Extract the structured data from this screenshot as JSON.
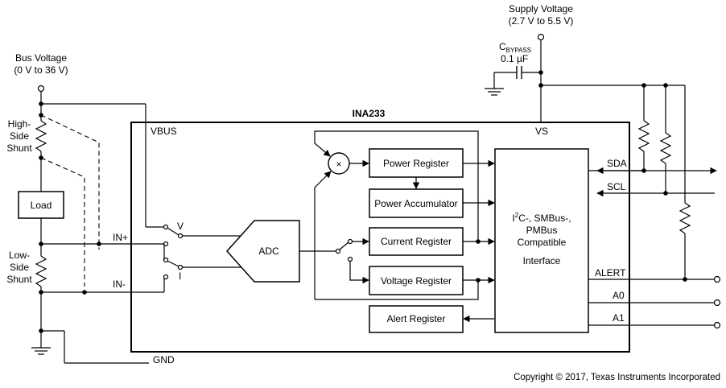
{
  "supply": {
    "title": "Supply Voltage",
    "range": "(2.7 V to 5.5 V)",
    "cap_symbol": "C",
    "cap_subscript": "BYPASS",
    "cap_value": "0.1 µF"
  },
  "bus": {
    "title": "Bus Voltage",
    "range": "(0 V to 36 V)"
  },
  "left": {
    "high_side_1": "High-",
    "high_side_2": "Side",
    "high_side_3": "Shunt",
    "load": "Load",
    "low_side_1": "Low-",
    "low_side_2": "Side",
    "low_side_3": "Shunt"
  },
  "chip": {
    "name": "INA233",
    "vbus": "VBUS",
    "vs": "VS",
    "gnd": "GND",
    "in_plus": "IN+",
    "in_minus": "IN-",
    "switch_v": "V",
    "switch_i": "I",
    "adc": "ADC",
    "multiplier": "×"
  },
  "registers": {
    "power": "Power Register",
    "accumulator": "Power Accumulator",
    "current": "Current Register",
    "voltage": "Voltage Register",
    "alert": "Alert Register"
  },
  "interface": {
    "line1_pre": "I",
    "line1_sup": "2",
    "line1_post": "C-, SMBus-,",
    "line2": "PMBus",
    "line3": "Compatible",
    "line4": "Interface"
  },
  "pins": {
    "sda": "SDA",
    "scl": "SCL",
    "alert": "ALERT",
    "a0": "A0",
    "a1": "A1"
  },
  "copyright": "Copyright © 2017, Texas Instruments Incorporated"
}
